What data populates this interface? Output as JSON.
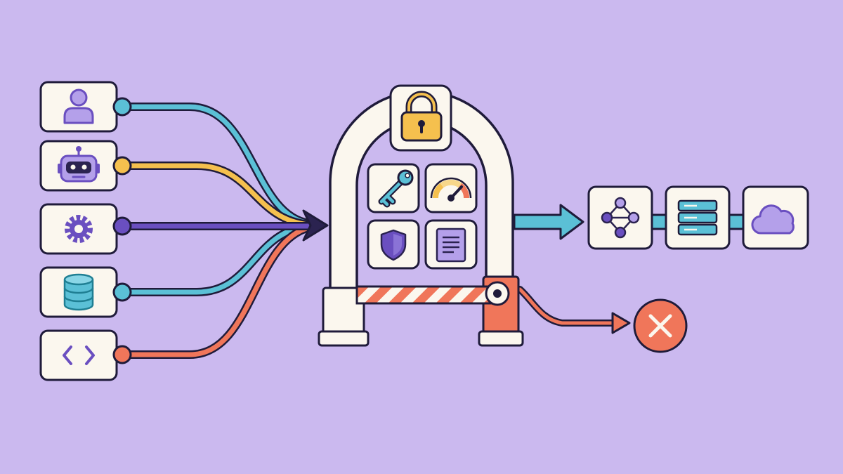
{
  "diagram": {
    "sources": [
      {
        "id": "user",
        "icon": "user-icon",
        "color": "#5BC0D6"
      },
      {
        "id": "bot",
        "icon": "robot-icon",
        "color": "#F5C04E"
      },
      {
        "id": "service",
        "icon": "gear-icon",
        "color": "#6A4FC0"
      },
      {
        "id": "database",
        "icon": "database-icon",
        "color": "#5BC0D6"
      },
      {
        "id": "code",
        "icon": "code-icon",
        "color": "#F0765A"
      }
    ],
    "gateway": {
      "lock_icon": "padlock-icon",
      "checks": [
        "key-icon",
        "gauge-icon",
        "shield-icon",
        "document-icon"
      ],
      "barrier": "barrier-gate"
    },
    "allowed_flow": {
      "color": "#5BC0D6",
      "targets": [
        "network-icon",
        "server-icon",
        "cloud-icon"
      ]
    },
    "rejected_flow": {
      "color": "#F0765A",
      "icon": "reject-x-icon"
    },
    "colors": {
      "background": "#CBB9EF",
      "outline": "#1F1B3A",
      "card": "#FBF7EE",
      "purple": "#6A4FC0",
      "light_purple": "#B4A0EA",
      "teal": "#5BC0D6",
      "yellow": "#F5C04E",
      "coral": "#F0765A",
      "navy": "#2B2350"
    }
  }
}
